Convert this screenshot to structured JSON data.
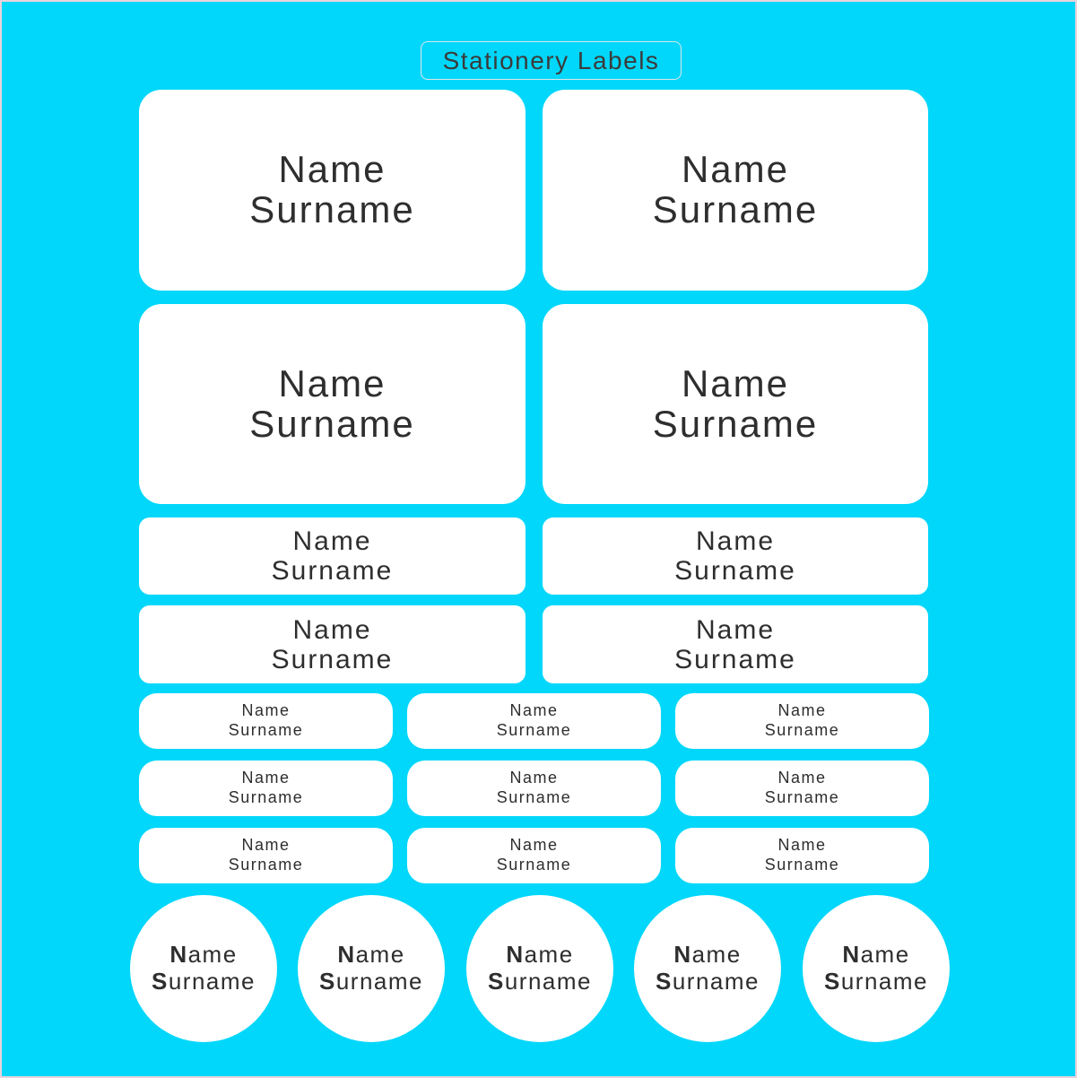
{
  "page": {
    "background_color": "#00d7fa",
    "frame_border_color": "#e9d3dc",
    "label_fill_color": "#ffffff",
    "label_text_color": "#2e2e2e",
    "title_text_color": "#3b3b3b",
    "title_border_color": "#dfe6e8"
  },
  "header": {
    "title": "Stationery Labels"
  },
  "labels": {
    "large": [
      {
        "line1": "Name",
        "line2": "Surname"
      },
      {
        "line1": "Name",
        "line2": "Surname"
      },
      {
        "line1": "Name",
        "line2": "Surname"
      },
      {
        "line1": "Name",
        "line2": "Surname"
      }
    ],
    "medium": [
      {
        "line1": "Name",
        "line2": "Surname"
      },
      {
        "line1": "Name",
        "line2": "Surname"
      },
      {
        "line1": "Name",
        "line2": "Surname"
      },
      {
        "line1": "Name",
        "line2": "Surname"
      }
    ],
    "small": [
      {
        "line1": "Name",
        "line2": "Surname"
      },
      {
        "line1": "Name",
        "line2": "Surname"
      },
      {
        "line1": "Name",
        "line2": "Surname"
      },
      {
        "line1": "Name",
        "line2": "Surname"
      },
      {
        "line1": "Name",
        "line2": "Surname"
      },
      {
        "line1": "Name",
        "line2": "Surname"
      },
      {
        "line1": "Name",
        "line2": "Surname"
      },
      {
        "line1": "Name",
        "line2": "Surname"
      },
      {
        "line1": "Name",
        "line2": "Surname"
      }
    ],
    "round": [
      {
        "line1": "Name",
        "line2": "Surname"
      },
      {
        "line1": "Name",
        "line2": "Surname"
      },
      {
        "line1": "Name",
        "line2": "Surname"
      },
      {
        "line1": "Name",
        "line2": "Surname"
      },
      {
        "line1": "Name",
        "line2": "Surname"
      }
    ]
  }
}
